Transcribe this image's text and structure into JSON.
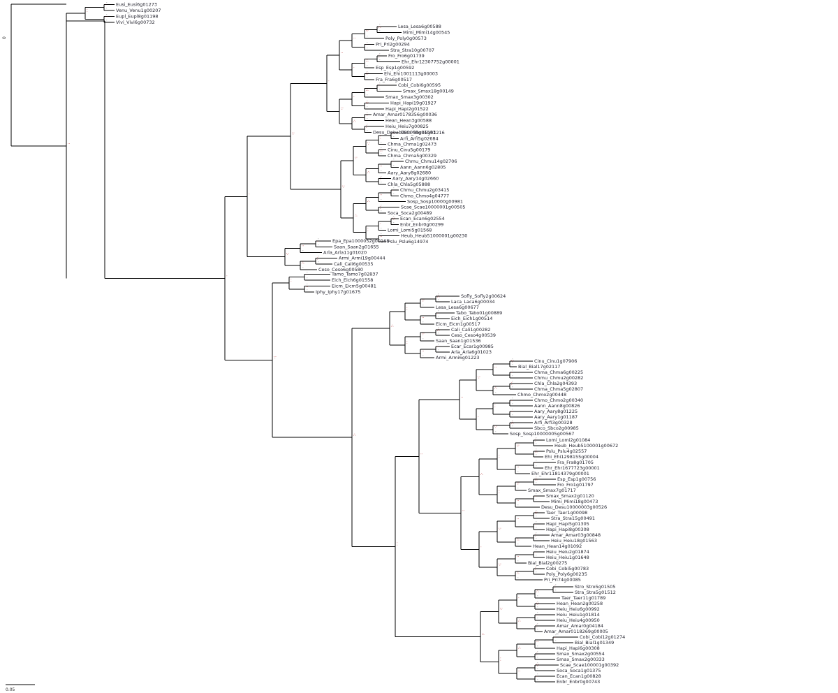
{
  "chart_data": {
    "type": "tree",
    "root_label": "0",
    "scale_bar": {
      "label": "0.05"
    },
    "clades": {
      "A": [
        "Eusi_Eusi6g01273",
        "Venu_Venu1g00207",
        "Eupl_Eupl8g01198",
        "Vivi_Vivi6g00732"
      ],
      "B": [
        "Lesa_Lesa6g00588",
        "Mimi_Mimi14g00545",
        "Poly_Poly0g00573",
        "Pri_Pri2g00294",
        "Stra_Stra10g00707",
        "Fro_Fro6g01739",
        "Ehr_Ehr12307752g00001",
        "Esp_Esp1g00592",
        "Ehi_Ehi1001113g00003",
        "Fra_Fra6g00517",
        "Cobi_Cobi6g00595",
        "Smax_Smax18g00149",
        "Smax_Smax3g00302",
        "Hapi_Hapi19g01927",
        "Hapi_Hapi2g01522",
        "Amar_Amar0178356g00036",
        "Hean_Hean3g00588",
        "Heiu_Heiu7g00825",
        "Desu_Desu1000000g01583"
      ],
      "C": [
        "Sbco_Sbco5g01216",
        "Arfi_Arfi5g02684",
        "Chma_Chma1g02473",
        "Cinu_Cinu5g00179",
        "Chma_Chma5g00329",
        "Chmu_Chmu14g02706",
        "Aann_Aann6g02805",
        "Aary_Aary8g02680",
        "Aary_Aary14g02660",
        "Chla_Chla5g05888",
        "Chmu_Chmu2g03415",
        "Chmo_Chmo4g04777",
        "Sosp_Sosp10000g00981",
        "Scae_Scae10000001g00505",
        "Soca_Soca2g00489",
        "Ecan_Ecan6g02554",
        "Enbr_Enbr0g00299",
        "Lomi_Lomi5g01568",
        "Heub_Heub51000001g00230",
        "Pslu_Pslu6g14974"
      ],
      "D": [
        "Epa_Epa1000052g00168",
        "Saan_Saan2g01655",
        "Arla_Arla11g01020",
        "Armi_Armi19g00444",
        "Cali_Cali6g00535",
        "Ceso_Ceso6g00580"
      ],
      "E": [
        "Tamo_Tamo7g02837",
        "Eich_Eich6g01558",
        "Eicm_Eicm5g00481",
        "Iphy_Iphy17g01675"
      ],
      "F": [
        "Sofly_Sofly2g00624",
        "Laca_Laca6g00034",
        "Lesa_Lesa6g00677",
        "Tabo_Tabo01g00889",
        "Eich_Eich1g00514",
        "Eicm_Eicm1g00517",
        "Cali_Cali1g00282",
        "Ceso_Ceso4g00539",
        "Saan_Saan1g01536",
        "Ecar_Ecar1g00985",
        "Arla_Arla6g01023",
        "Armi_Armi6g01223"
      ],
      "G": [
        "Cinu_Cinu1g07906",
        "Bial_Bial17g02117",
        "Chma_Chma6g00225",
        "Chmu_Chmu2g00282",
        "Chla_Chla2g04393",
        "Chma_Chma5g02807",
        "Chmo_Chmo2g00448",
        "Chmo_Chmo2g00340",
        "Aann_Aann8g00826",
        "Aary_Aary8g01225",
        "Aary_Aary1g01187",
        "Arfi_Arfi3g00328",
        "Sbco_Sbco2g00985",
        "Sosp_Sosp10000005g00567"
      ],
      "H": [
        "Lomi_Lomi2g01084",
        "Heub_Heub5100001g00672",
        "Pslu_Pslu4g02557",
        "Ehi_Ehi1298155g00004",
        "Fra_Fra8g01705",
        "Ehr_Ehr1677723g00001",
        "Ehr_Ehr11814379g00001",
        "Esp_Esp1g00756",
        "Fro_Fro1g01797",
        "Smax_Smax7g01717",
        "Smax_Smax2g01120",
        "Mimi_Mimi18g00473",
        "Desu_Desu10000003g00526",
        "Taer_Taer1g00098",
        "Stra_Stra15g00491",
        "Hapi_Hapi5g01305",
        "Hapi_Hapi8g00308",
        "Amar_Amar03g00848",
        "Heiu_Heiu18g01563",
        "Hean_Hean14g01092",
        "Heiu_Heiu2g01874",
        "Heiu_Heiu1g01648",
        "Bial_Bial2g00275",
        "Cobi_Cobi5g00783",
        "Poly_Poly6g00235",
        "Pri_Pri74g00085"
      ],
      "I": [
        "Stro_Stro5g01505",
        "Stra_Stra5g01512",
        "Taer_Taer11g01789",
        "Hean_Hean2g00258",
        "Heiu_Heiu6g00992",
        "Heiu_Heiu1g01814",
        "Heiu_Heiu4g00950",
        "Amar_Amar0g04184",
        "Amar_Amar0118269g00005",
        "Cobi_Cobi12g01274",
        "Bial_Bial1g01349",
        "Hapi_Hapi6g00308",
        "Smax_Smax2g00554",
        "Smax_Smax2g00333",
        "Scae_Scae100001g00392",
        "Soca_Soca1g01375",
        "Ecan_Ecan1g00828",
        "Enbr_Enbr0g00743"
      ]
    }
  }
}
